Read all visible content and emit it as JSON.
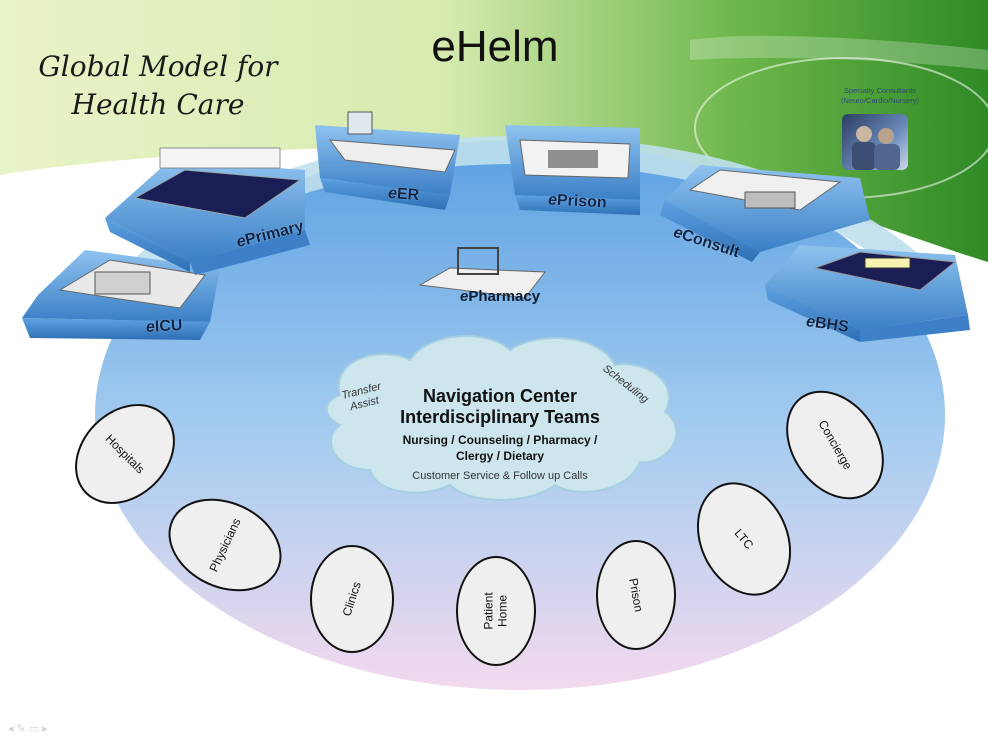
{
  "slide": {
    "title": "eHelm",
    "subtitle_line1": "Global Model for",
    "subtitle_line2": "Health Care"
  },
  "specialty": {
    "label": "Specialty Consultants (Neuro/Cardio/Nursery)"
  },
  "stations": [
    {
      "prefix": "e",
      "name": "ICU"
    },
    {
      "prefix": "e",
      "name": "Primary"
    },
    {
      "prefix": "e",
      "name": "ER"
    },
    {
      "prefix": "e",
      "name": "Prison"
    },
    {
      "prefix": "e",
      "name": "Consult"
    },
    {
      "prefix": "e",
      "name": "BHS"
    }
  ],
  "pharmacy": {
    "prefix": "e",
    "name": "Pharmacy"
  },
  "navigation": {
    "title_line1": "Navigation Center",
    "title_line2": "Interdisciplinary Teams",
    "disciplines_line1": "Nursing / Counseling / Pharmacy /",
    "disciplines_line2": "Clergy / Dietary",
    "calls": "Customer Service & Follow up Calls",
    "left_note_line1": "Transfer",
    "left_note_line2": "Assist",
    "right_note": "Scheduling"
  },
  "outlets": [
    {
      "line1": "Hospitals",
      "line2": ""
    },
    {
      "line1": "Physicians",
      "line2": ""
    },
    {
      "line1": "Clinics",
      "line2": ""
    },
    {
      "line1": "Patient",
      "line2": "Home"
    },
    {
      "line1": "Prison",
      "line2": ""
    },
    {
      "line1": "LTC",
      "line2": ""
    },
    {
      "line1": "Concierge",
      "line2": ""
    }
  ],
  "colors": {
    "banner_green": "#3f9a2c",
    "banner_light": "#cfe6b0",
    "platform_blue": "#4a8fd4",
    "floor_blue": "#8fbfeb",
    "cloud": "#cfe6f0",
    "station_text": "#0e2446"
  }
}
